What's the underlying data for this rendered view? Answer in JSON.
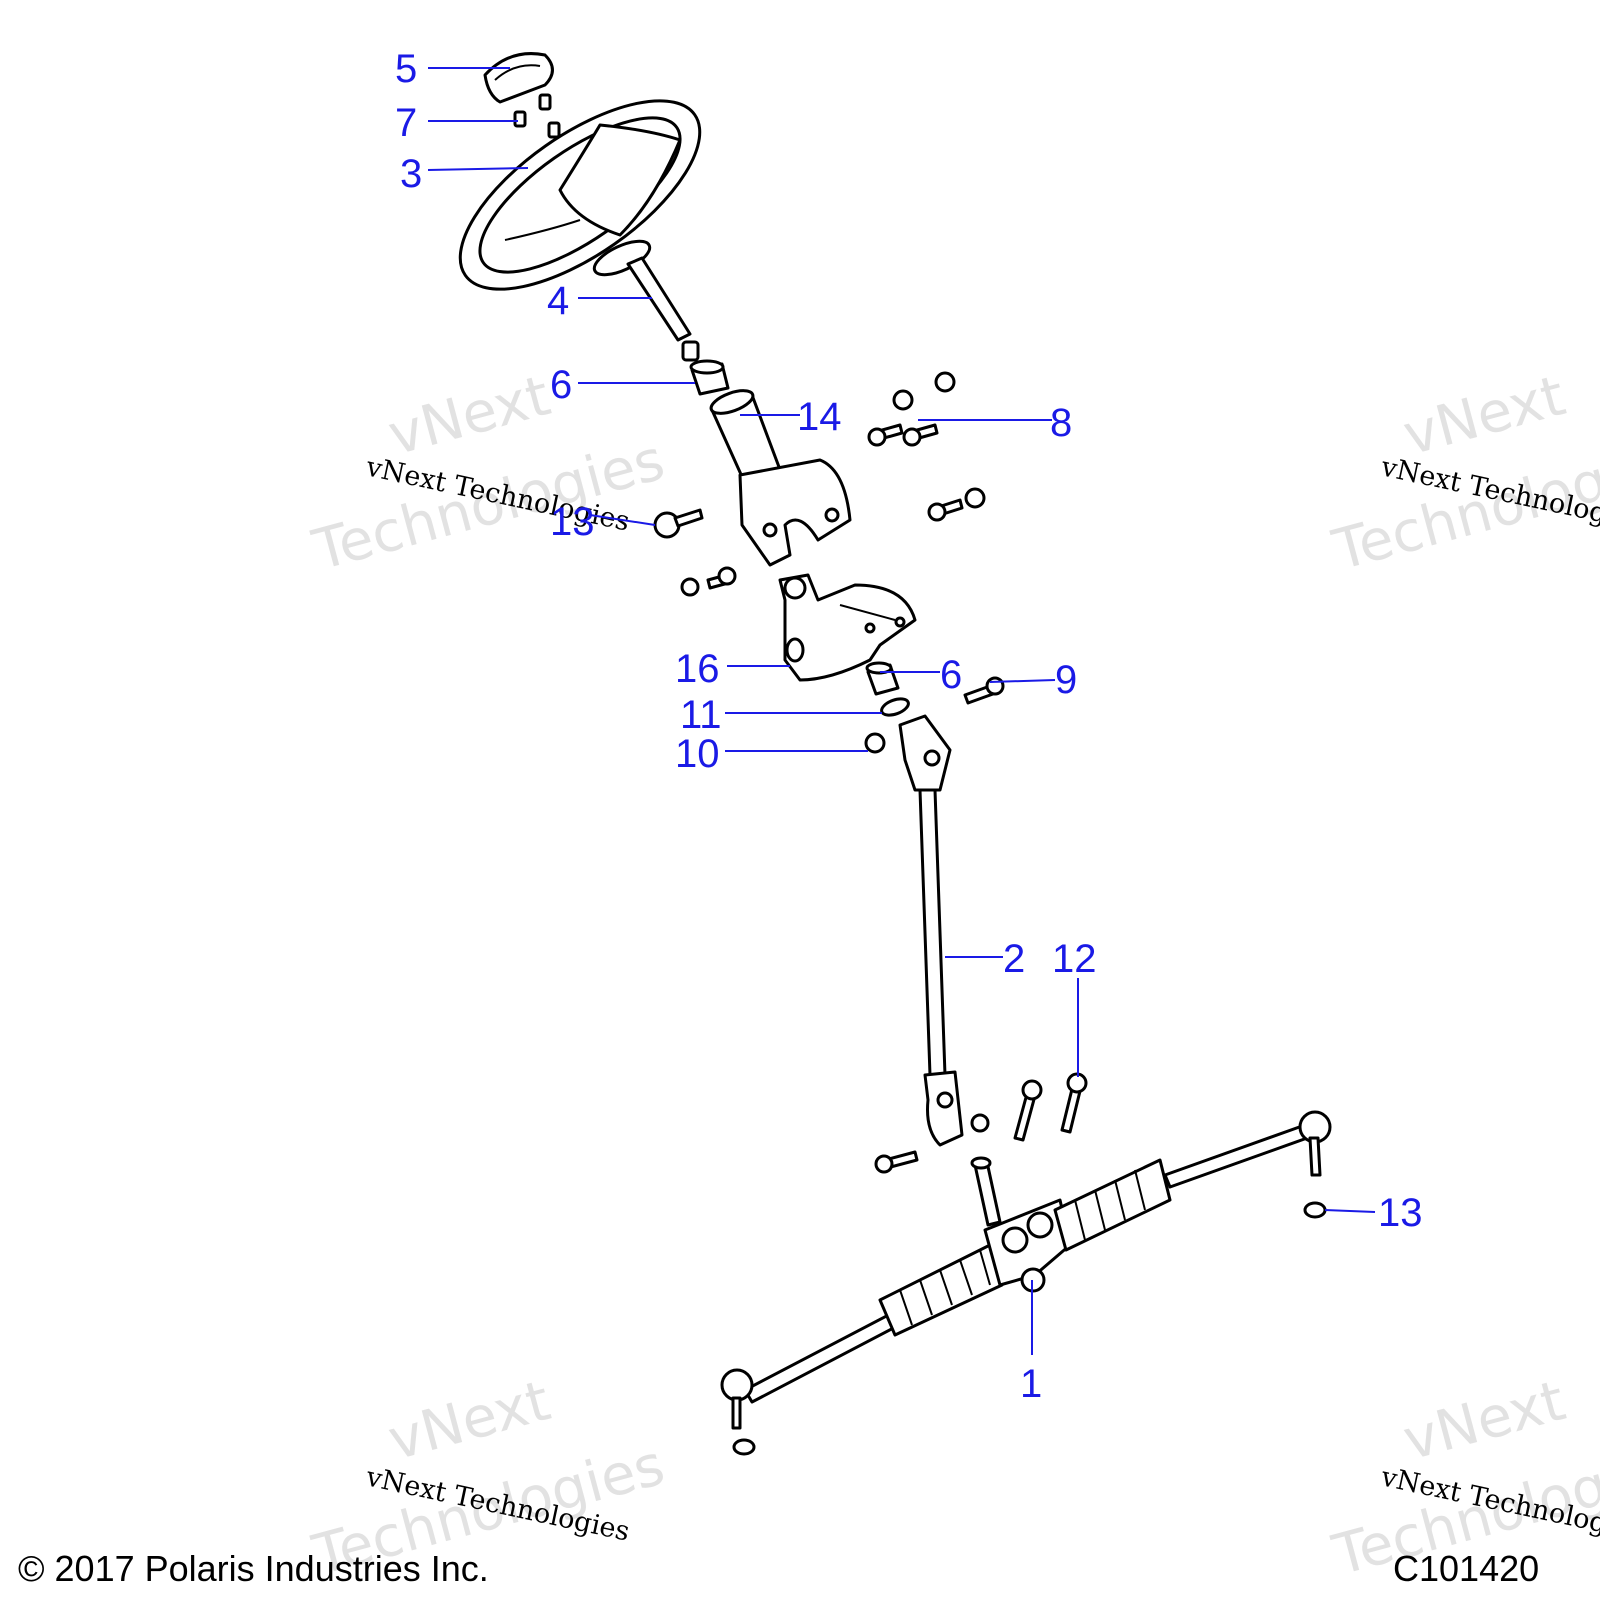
{
  "callouts": {
    "c1": "1",
    "c2": "2",
    "c3": "3",
    "c4": "4",
    "c5": "5",
    "c6a": "6",
    "c6b": "6",
    "c7": "7",
    "c8": "8",
    "c9": "9",
    "c10": "10",
    "c11": "11",
    "c12": "12",
    "c13a": "13",
    "c13b": "13",
    "c14": "14",
    "c16": "16"
  },
  "watermark": {
    "line1": "vNext",
    "line2": "Technologies",
    "small": "vNext Technologies"
  },
  "footer": {
    "copyright": "© 2017 Polaris Industries Inc.",
    "code": "C101420"
  },
  "colors": {
    "callout": "#1a1ae6",
    "linework": "#000000",
    "watermark": "#cccccc"
  }
}
